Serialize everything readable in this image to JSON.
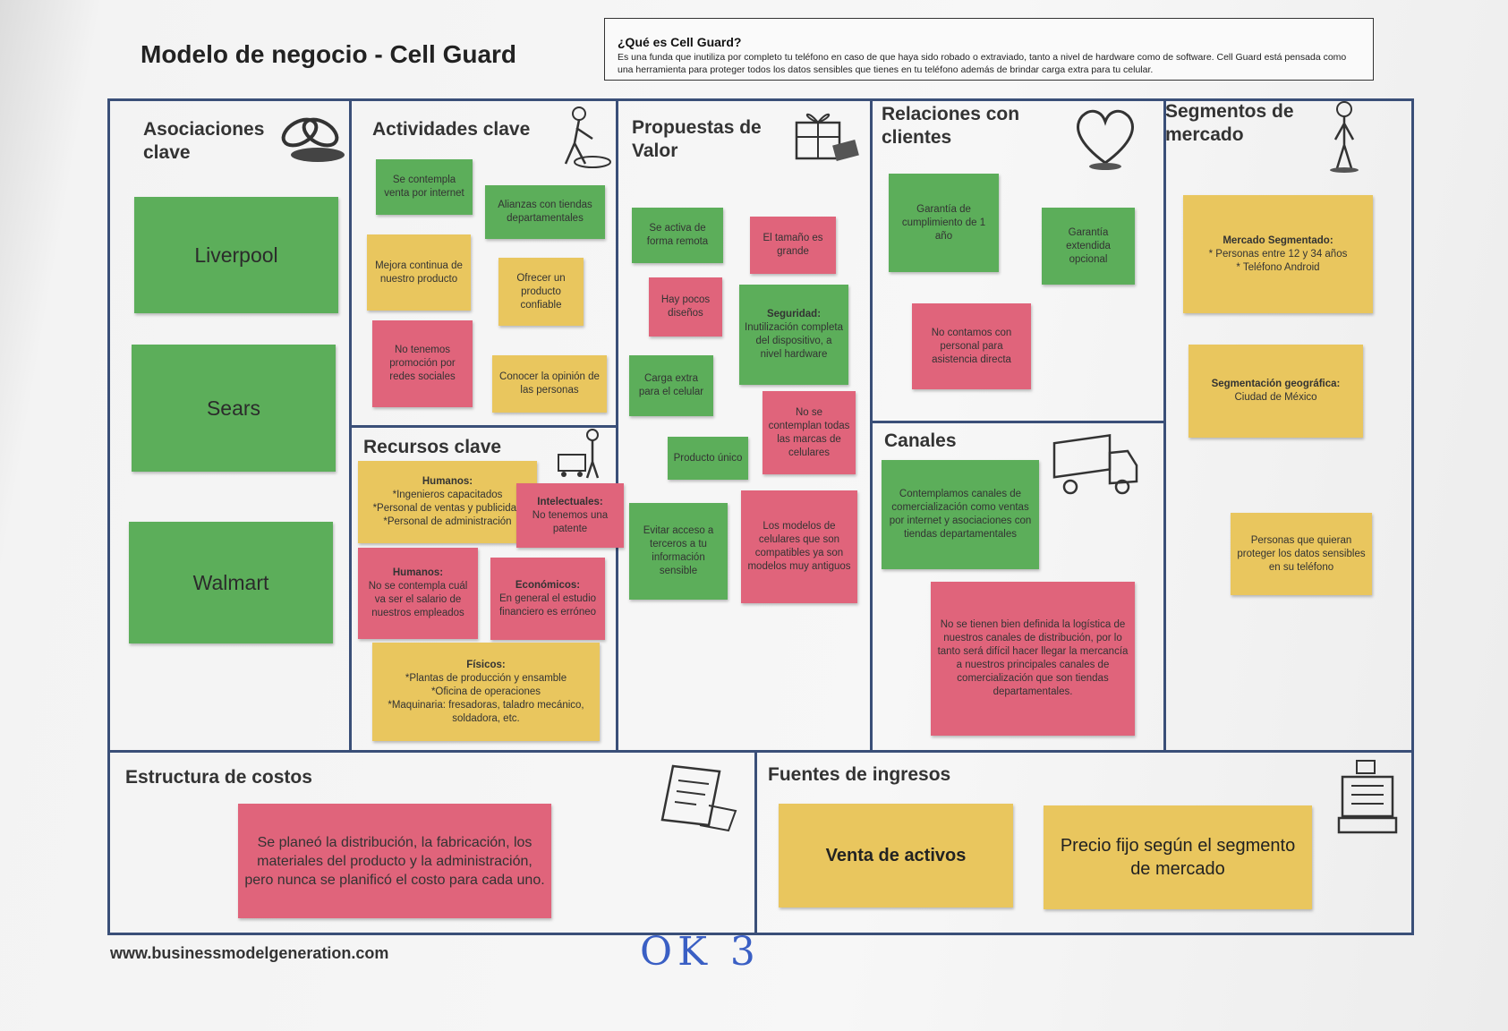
{
  "header": {
    "title": "Modelo de negocio - Cell Guard",
    "info_title": "¿Qué es Cell Guard?",
    "info_text": "Es una funda que inutiliza por completo tu teléfono en caso de que haya sido robado o extraviado, tanto a nivel de hardware como de software. Cell Guard está pensada como una herramienta para proteger todos los datos sensibles que tienes en tu teléfono además de brindar carga extra para tu celular."
  },
  "sections": {
    "asociaciones": "Asociaciones clave",
    "actividades": "Actividades clave",
    "recursos": "Recursos clave",
    "propuestas": "Propuestas de Valor",
    "relaciones": "Relaciones con clientes",
    "canales": "Canales",
    "segmentos": "Segmentos de mercado",
    "costos": "Estructura de costos",
    "ingresos": "Fuentes de ingresos"
  },
  "asociaciones": [
    "Liverpool",
    "Sears",
    "Walmart"
  ],
  "actividades": {
    "n1": "Se contempla venta por internet",
    "n2": "Alianzas con tiendas departamentales",
    "n3": "Mejora continua de nuestro producto",
    "n4": "Ofrecer un producto confiable",
    "n5": "No tenemos promoción por redes sociales",
    "n6": "Conocer la opinión de las personas"
  },
  "recursos": {
    "humanos_title": "Humanos:",
    "humanos_text": "*Ingenieros capacitados\n*Personal de ventas y publicidad\n*Personal de administración",
    "intelectuales_title": "Intelectuales:",
    "intelectuales_text": "No tenemos una patente",
    "humanos2_title": "Humanos:",
    "humanos2_text": "No se contempla cuál va ser el salario de nuestros empleados",
    "economicos_title": "Económicos:",
    "economicos_text": "En general el estudio financiero es erróneo",
    "fisicos_title": "Físicos:",
    "fisicos_text": "*Plantas de producción y ensamble\n*Oficina de operaciones\n*Maquinaria: fresadoras, taladro mecánico, soldadora, etc."
  },
  "propuestas": {
    "n1": "Se activa de forma remota",
    "n2": "El tamaño es grande",
    "n3": "Hay pocos diseños",
    "n4_title": "Seguridad:",
    "n4_text": "Inutilización completa del dispositivo, a nivel hardware",
    "n5": "Carga extra para el celular",
    "n6": "No se contemplan todas las marcas de celulares",
    "n7": "Producto único",
    "n8": "Evitar acceso a terceros a tu información sensible",
    "n9": "Los modelos de celulares que son compatibles ya son modelos muy antiguos"
  },
  "relaciones": {
    "n1": "Garantía de cumplimiento de 1 año",
    "n2": "Garantía extendida opcional",
    "n3": "No contamos con personal para asistencia directa"
  },
  "canales": {
    "n1": "Contemplamos canales de comercialización como ventas por internet y asociaciones con tiendas departamentales",
    "n2": "No se tienen bien definida la logística de nuestros canales de distribución, por lo tanto será difícil hacer llegar la mercancía a nuestros principales canales de comercialización que son tiendas departamentales."
  },
  "segmentos": {
    "n1_title": "Mercado Segmentado:",
    "n1_text": "* Personas entre 12 y 34 años\n* Teléfono Android",
    "n2_title": "Segmentación geográfica:",
    "n2_text": "Ciudad de México",
    "n3": "Personas que quieran proteger los datos sensibles en su teléfono"
  },
  "costos": {
    "n1": "Se planeó la distribución, la fabricación, los materiales del producto y la administración, pero nunca se planificó el costo para cada uno."
  },
  "ingresos": {
    "n1": "Venta de activos",
    "n2": "Precio fijo según el segmento de mercado"
  },
  "footer": "www.businessmodelgeneration.com",
  "handwriting": "OK 3",
  "colors": {
    "green": "#5cae5a",
    "yellow": "#e9c65e",
    "red": "#e0647b",
    "frame": "#3a4f78"
  },
  "icons": [
    "chain-links-icon",
    "person-working-icon",
    "person-cart-icon",
    "gift-box-icon",
    "heart-icon",
    "person-standing-icon",
    "delivery-truck-icon",
    "receipt-icon",
    "cash-register-icon"
  ]
}
